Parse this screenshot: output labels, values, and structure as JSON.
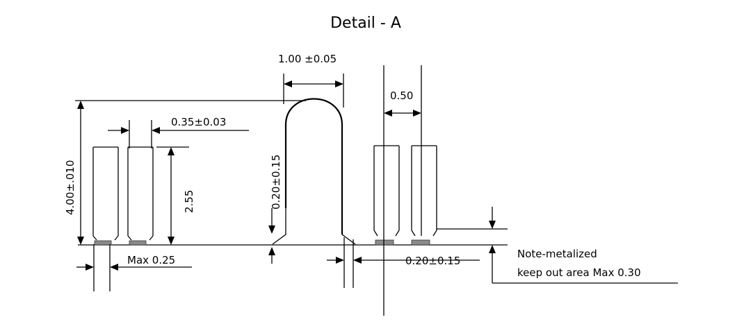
{
  "title": "Detail - A",
  "dimensions": {
    "width_top": "1.00 ±0.05",
    "pitch": "0.50",
    "lead_width": "0.35±0.03",
    "total_height": "4.00±.010",
    "lead_height": "2.55",
    "gap_left": "0.20±0.15",
    "gap_right": "0.20±0.15",
    "pad_width": "Max 0.25"
  },
  "note": {
    "line1": "Note-metalized",
    "line2": "keep out area Max 0.30"
  }
}
